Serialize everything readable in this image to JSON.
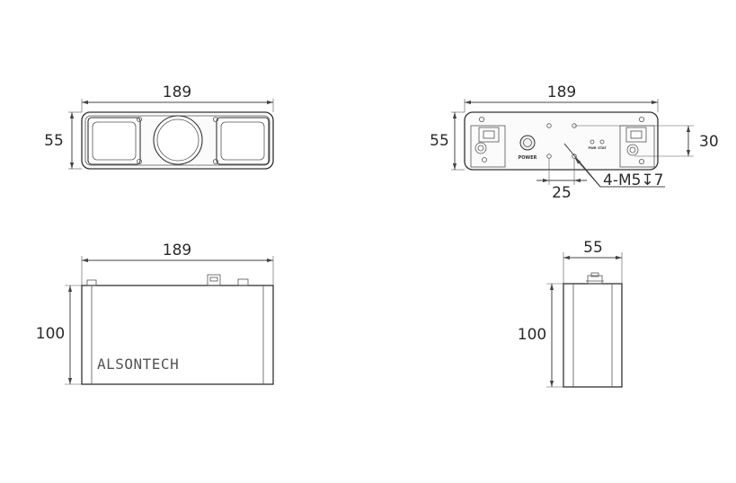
{
  "front_view": {
    "width_label": "189",
    "height_label": "55"
  },
  "back_view": {
    "width_label": "189",
    "height_label": "55",
    "hole_spacing_v_label": "30",
    "hole_spacing_h_label": "25",
    "hole_callout": "4-M5↧7",
    "power_label": "POWER",
    "led_label_1": "PWR",
    "led_label_2": "STAT"
  },
  "side_view": {
    "width_label": "189",
    "height_label": "100",
    "brand": "ALSONTECH"
  },
  "end_view": {
    "width_label": "55",
    "height_label": "100"
  }
}
